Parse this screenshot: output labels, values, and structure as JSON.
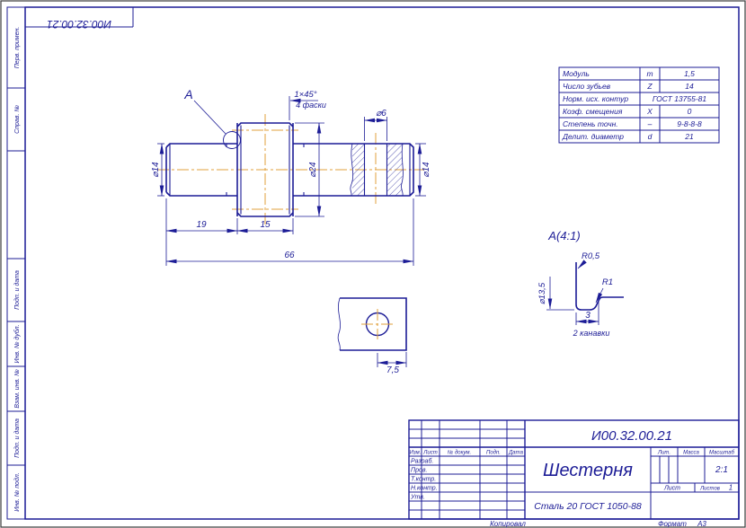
{
  "sheet": {
    "stamp_number": "И00.32.00.21",
    "kopiroval": "Копировал",
    "format_label": "Формат",
    "format_value": "А3"
  },
  "margins": {
    "labels": [
      "Перв. примен.",
      "Справ. №",
      "Подп. и дата",
      "Инв. № дубл.",
      "Взам. инв. №",
      "Подп. и дата",
      "Инв. № подл."
    ]
  },
  "params": {
    "rows": [
      {
        "label": "Модуль",
        "symbol": "m",
        "value": "1,5"
      },
      {
        "label": "Число зубьев",
        "symbol": "Z",
        "value": "14"
      },
      {
        "label": "Норм. исх. контур",
        "symbol": "",
        "value": "ГОСТ 13755-81"
      },
      {
        "label": "Коэф. смещения",
        "symbol": "X",
        "value": "0"
      },
      {
        "label": "Степень точн.",
        "symbol": "–",
        "value": "9-8-8-8"
      },
      {
        "label": "Делит. диаметр",
        "symbol": "d",
        "value": "21"
      }
    ]
  },
  "dims": {
    "callout": "А",
    "chamfer": "1×45°",
    "chamfer_note": "4 фаски",
    "dia6": "⌀6",
    "dia14_left": "⌀14",
    "dia24": "⌀24",
    "dia14_right": "⌀14",
    "len19": "19",
    "len15": "15",
    "len66": "66",
    "len75": "7,5",
    "detail_title": "А(4:1)",
    "r05": "R0,5",
    "r1": "R1",
    "groove_width": "3",
    "groove_dia": "⌀13,5",
    "groove_note": "2 канавки"
  },
  "title_block": {
    "designation": "И00.32.00.21",
    "part_name": "Шестерня",
    "material": "Сталь 20 ГОСТ 1050-88",
    "cols": {
      "izm": "Изм.",
      "list": "Лист",
      "doc": "№ докум.",
      "podp": "Подп.",
      "data": "Дата"
    },
    "roles": [
      "Разраб.",
      "Пров.",
      "Т.контр.",
      "Н.контр.",
      "Утв."
    ],
    "lit_label": "Лит.",
    "mass_label": "Масса",
    "scale_label": "Масштаб",
    "scale_value": "2:1",
    "sheet_label": "Лист",
    "sheets_label": "Листов",
    "sheets_value": "1"
  }
}
